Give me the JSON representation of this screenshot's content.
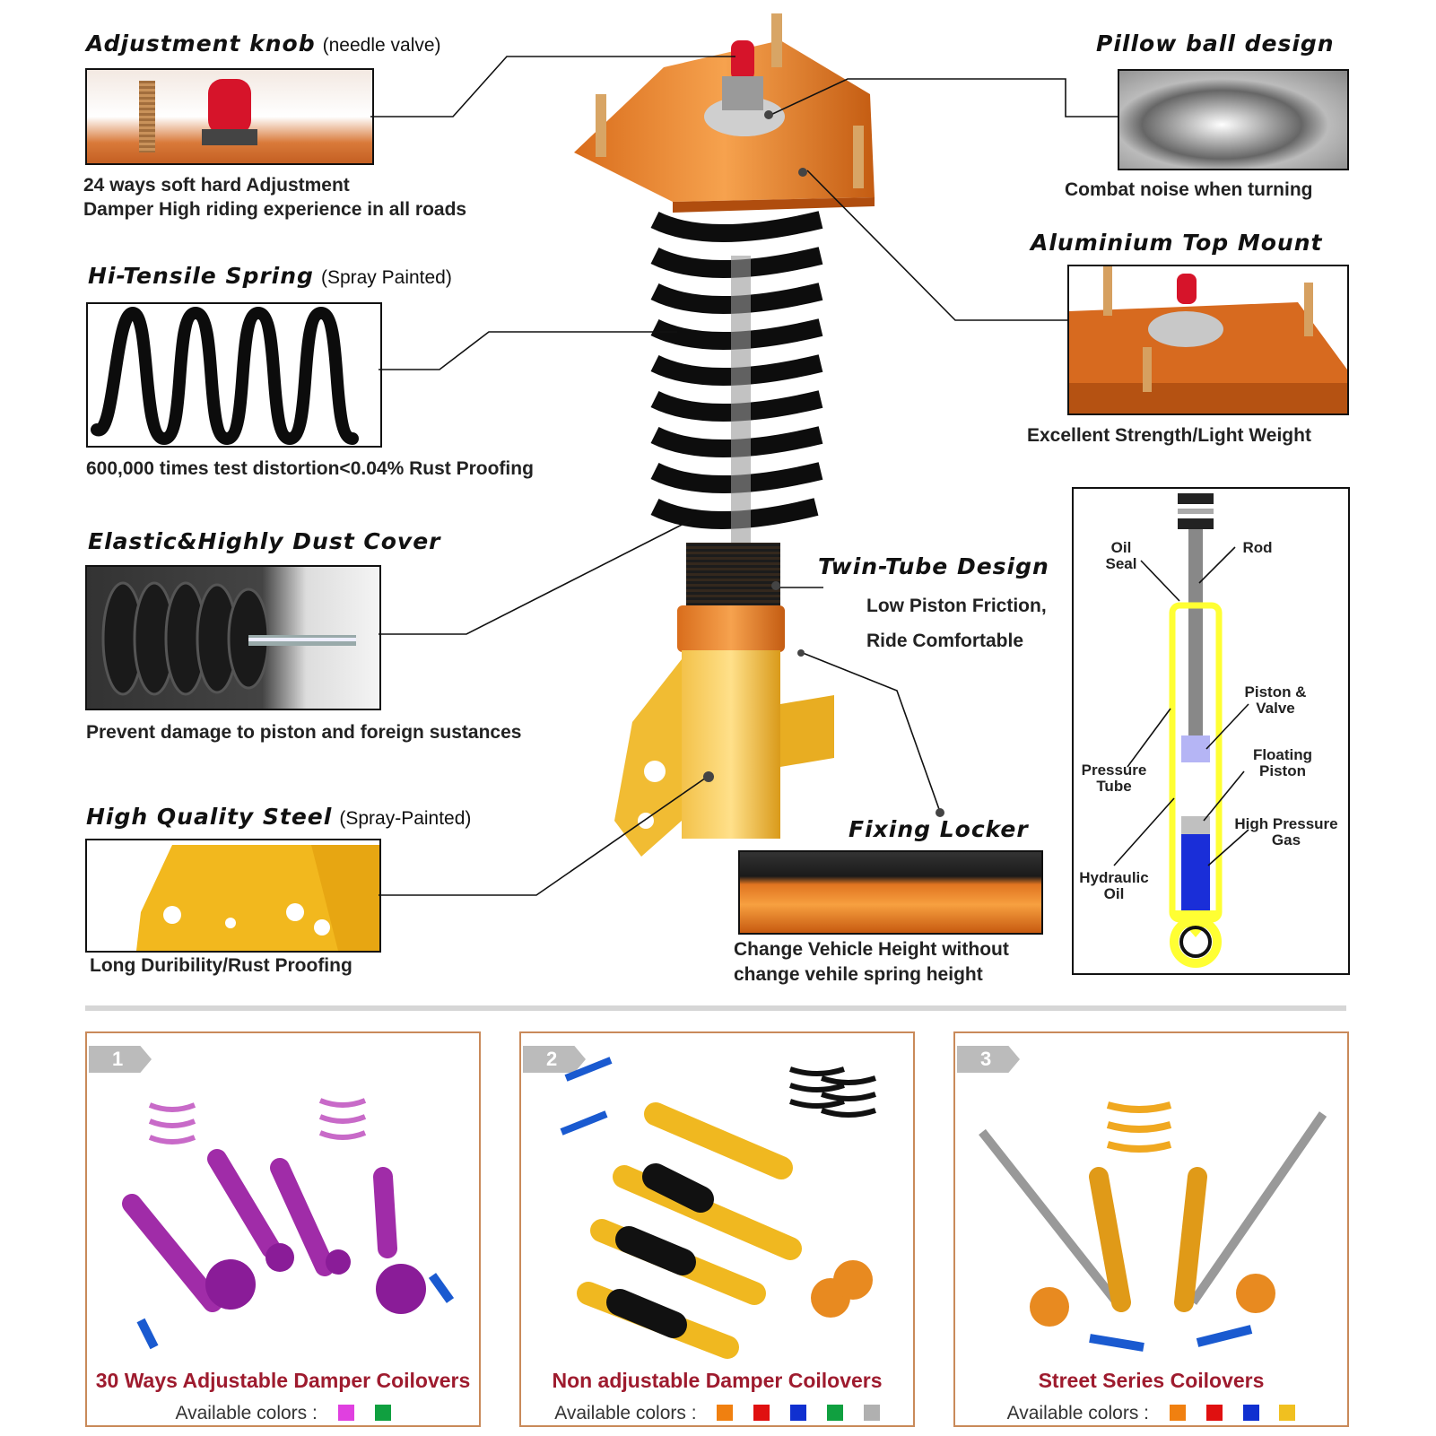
{
  "features": {
    "adjustment_knob": {
      "title": "Adjustment knob",
      "subtitle": "(needle valve)",
      "caption_1": "24 ways soft hard Adjustment",
      "caption_2": "Damper High riding experience in all roads"
    },
    "spring": {
      "title": "Hi-Tensile Spring",
      "subtitle": "(Spray Painted)",
      "caption": "600,000 times test distortion<0.04% Rust Proofing"
    },
    "dust_cover": {
      "title": "Elastic&Highly Dust Cover",
      "caption": "Prevent damage to piston and foreign sustances"
    },
    "steel": {
      "title": "High Quality Steel",
      "subtitle": "(Spray-Painted)",
      "caption": "Long Duribility/Rust Proofing"
    },
    "pillow_ball": {
      "title": "Pillow ball design",
      "caption": "Combat  noise when turning"
    },
    "top_mount": {
      "title": "Aluminium Top Mount",
      "caption": "Excellent Strength/Light Weight"
    },
    "twin_tube": {
      "title": "Twin-Tube Design",
      "caption_1": "Low Piston Friction,",
      "caption_2": "Ride Comfortable"
    },
    "fixing_locker": {
      "title": "Fixing Locker",
      "caption_1": "Change Vehicle Height without",
      "caption_2": "change vehile spring height"
    }
  },
  "diagram": {
    "oil_seal": "Oil Seal",
    "rod": "Rod",
    "piston_valve": "Piston & Valve",
    "pressure_tube": "Pressure Tube",
    "floating_piston": "Floating Piston",
    "high_pressure_gas": "High Pressure Gas",
    "hydraulic_oil": "Hydraulic Oil"
  },
  "products": [
    {
      "number": "1",
      "title": "30 Ways Adjustable Damper Coilovers",
      "colors_label": "Available colors :",
      "colors": [
        "#e040e0",
        "#10a040"
      ]
    },
    {
      "number": "2",
      "title": "Non adjustable Damper Coilovers",
      "colors_label": "Available colors :",
      "colors": [
        "#f08010",
        "#e01010",
        "#1030d0",
        "#10a040",
        "#b0b0b0"
      ]
    },
    {
      "number": "3",
      "title": "Street Series Coilovers",
      "colors_label": "Available colors :",
      "colors": [
        "#f08010",
        "#e01010",
        "#1030d0",
        "#f0c020"
      ]
    }
  ]
}
